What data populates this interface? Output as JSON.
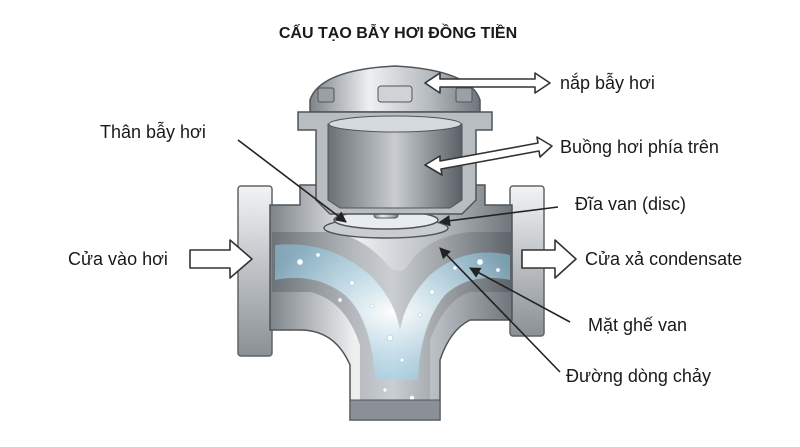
{
  "title": "CẤU TẠO BẪY HƠI ĐỒNG TIỀN",
  "labels": {
    "cap": "nắp bẫy hơi",
    "body": "Thân bẫy hơi",
    "upper_chamber": "Buồng hơi phía trên",
    "disc": "Đĩa van (disc)",
    "inlet": "Cửa vào hơi",
    "outlet": "Cửa xả condensate",
    "valve_seat": "Mặt ghế van",
    "flow_path": "Đường dòng chảy"
  },
  "colors": {
    "metal_light": "#e6e8ea",
    "metal_mid": "#a9aeb3",
    "metal_dark": "#5e6469",
    "flow": "#9fd3ea",
    "arrow_fill": "#ffffff",
    "arrow_stroke": "#333333"
  }
}
